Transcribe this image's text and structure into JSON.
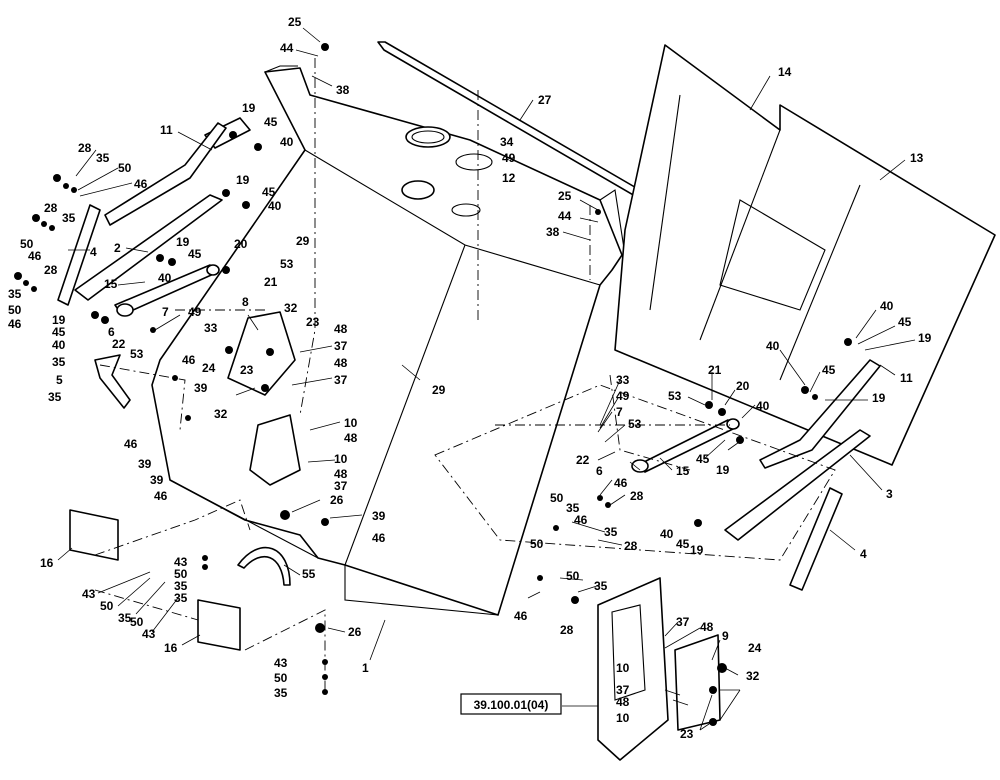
{
  "diagram": {
    "reference": "39.100.01(04)",
    "part_numbers": [
      "1",
      "2",
      "3",
      "4",
      "5",
      "6",
      "7",
      "8",
      "9",
      "10",
      "11",
      "12",
      "13",
      "14",
      "15",
      "16",
      "19",
      "20",
      "21",
      "22",
      "23",
      "24",
      "25",
      "26",
      "27",
      "28",
      "29",
      "32",
      "33",
      "34",
      "35",
      "37",
      "38",
      "39",
      "40",
      "43",
      "44",
      "45",
      "46",
      "48",
      "49",
      "50",
      "53",
      "55"
    ]
  },
  "labels": {
    "l25a": "25",
    "l44a": "44",
    "l38a": "38",
    "l27": "27",
    "l14": "14",
    "l13": "13",
    "l34": "34",
    "l49a": "49",
    "l12": "12",
    "l11a": "11",
    "l19a": "19",
    "l45a": "45",
    "l40a": "40",
    "l28a": "28",
    "l35a": "35",
    "l50a": "50",
    "l46a": "46",
    "l28b": "28",
    "l35b": "35",
    "l4a": "4",
    "l50b": "50",
    "l46b": "46",
    "l19b": "19",
    "l45b": "45",
    "l40b": "40",
    "l2": "2",
    "l19c": "19",
    "l45c": "45",
    "l40c": "40",
    "l20a": "20",
    "l29a": "29",
    "l53a": "53",
    "l21a": "21",
    "l28c": "28",
    "l35c": "35",
    "l50c": "50",
    "l46c": "46",
    "l15a": "15",
    "l19d": "19",
    "l45d": "45",
    "l40d": "40",
    "l6a": "6",
    "l7a": "7",
    "l22a": "22",
    "l53b": "53",
    "l49b": "49",
    "l33a": "33",
    "l8": "8",
    "l32a": "32",
    "l23a": "23",
    "l48a": "48",
    "l37a": "37",
    "l48b": "48",
    "l37b": "37",
    "l24a": "24",
    "l23b": "23",
    "l32b": "32",
    "l35d": "35",
    "l5": "5",
    "l35e": "35",
    "l46d": "46",
    "l39a": "39",
    "l46e": "46",
    "l39b": "39",
    "l29b": "29",
    "l10a": "10",
    "l48c": "48",
    "l10b": "10",
    "l48d": "48",
    "l37c": "37",
    "l39c": "39",
    "l46f": "46",
    "l26a": "26",
    "l39d": "39",
    "l46g": "46",
    "l16a": "16",
    "l43a": "43",
    "l50d": "50",
    "l35f": "35",
    "l43b": "43",
    "l50e": "50",
    "l35g": "35",
    "l35h": "35",
    "l43c": "43",
    "l55": "55",
    "l16b": "16",
    "l26b": "26",
    "l43d": "43",
    "l50f": "50",
    "l35i": "35",
    "l1": "1",
    "l25b": "25",
    "l44b": "44",
    "l38b": "38",
    "l40e": "40",
    "l45e": "45",
    "l19e": "19",
    "l40f": "40",
    "l45f": "45",
    "l11b": "11",
    "l19f": "19",
    "l33b": "33",
    "l49c": "49",
    "l7b": "7",
    "l53c": "53",
    "l21b": "21",
    "l20b": "20",
    "l53d": "53",
    "l40g": "40",
    "l22b": "22",
    "l6b": "6",
    "l15b": "15",
    "l45g": "45",
    "l19g": "19",
    "l3": "3",
    "l46h": "46",
    "l50g": "50",
    "l35j": "35",
    "l28d": "28",
    "l46i": "46",
    "l50h": "50",
    "l35k": "35",
    "l28e": "28",
    "l40h": "40",
    "l45h": "45",
    "l19h": "19",
    "l4b": "4",
    "l50i": "50",
    "l35l": "35",
    "l46j": "46",
    "l28f": "28",
    "l37d": "37",
    "l48e": "48",
    "l9": "9",
    "l10c": "10",
    "l24b": "24",
    "l32c": "32",
    "l37e": "37",
    "l48f": "48",
    "l10d": "10",
    "l23c": "23"
  }
}
